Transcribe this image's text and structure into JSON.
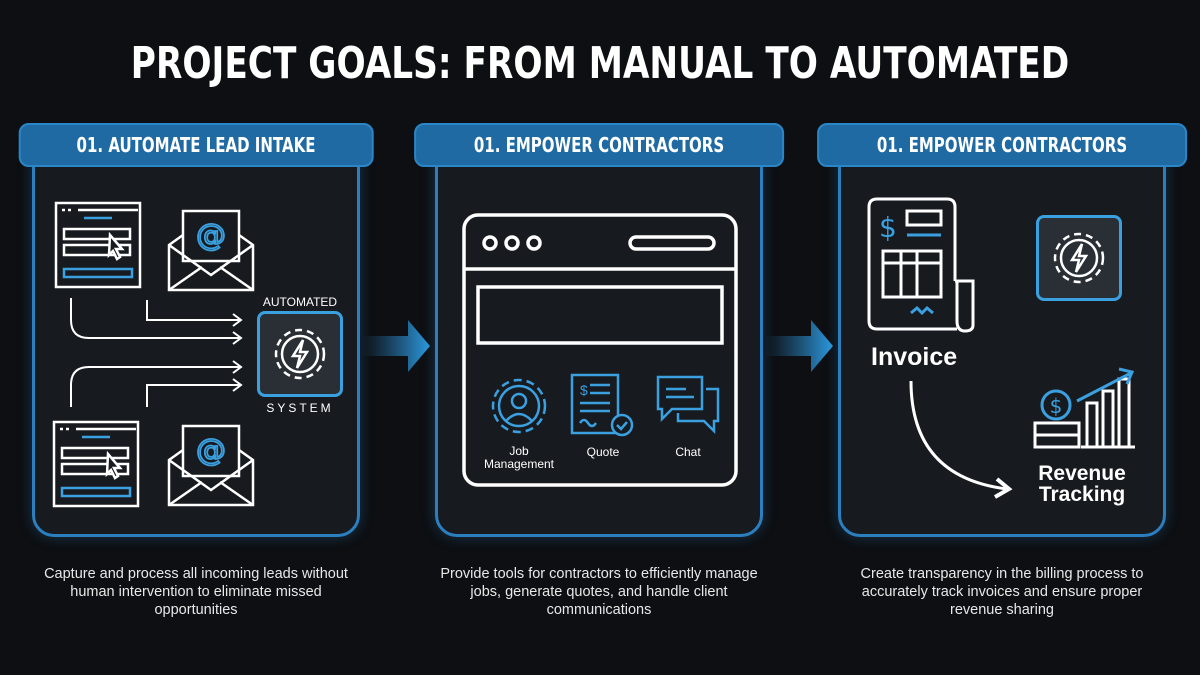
{
  "title": "PROJECT GOALS: FROM MANUAL TO AUTOMATED",
  "panels": [
    {
      "badge": "01. AUTOMATE LEAD INTAKE",
      "system_top": "AUTOMATED",
      "system_bottom": "SYSTEM",
      "description": "Capture and process all incoming leads without human intervention to eliminate missed opportunities"
    },
    {
      "badge": "01. EMPOWER CONTRACTORS",
      "tools": [
        "Job Management",
        "Quote",
        "Chat"
      ],
      "description": "Provide tools for contractors to efficiently manage jobs, generate quotes, and handle client communications"
    },
    {
      "badge": "01. EMPOWER CONTRACTORS",
      "invoice": "Invoice",
      "revenue": "Revenue Tracking",
      "description": "Create transparency in the billing process to accurately track invoices and ensure proper revenue sharing"
    }
  ],
  "colors": {
    "accent": "#3aa0e0",
    "border": "#2b7fbf",
    "badge": "#1f6aa3",
    "background": "#0d0f12"
  }
}
